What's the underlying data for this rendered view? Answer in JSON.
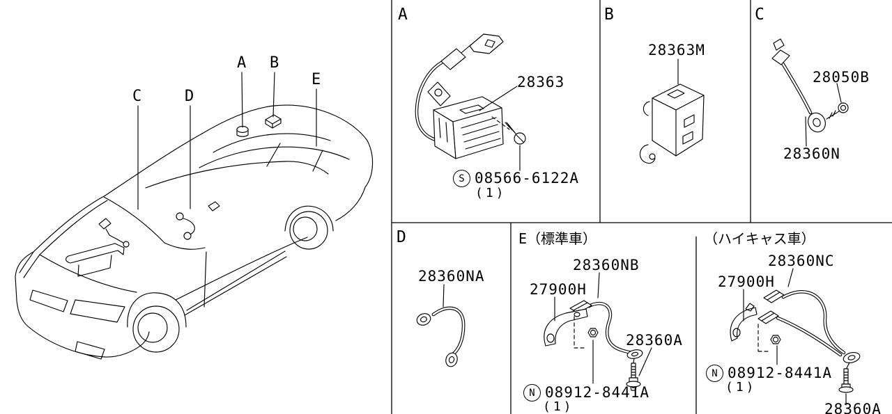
{
  "document": {
    "type": "parts-catalog-diagram",
    "line_color": "#000000",
    "background_color": "#ffffff"
  },
  "car": {
    "callouts": [
      {
        "letter": "A"
      },
      {
        "letter": "B"
      },
      {
        "letter": "C"
      },
      {
        "letter": "D"
      },
      {
        "letter": "E"
      }
    ]
  },
  "panels": {
    "a": {
      "label": "A",
      "main_part": "28363",
      "screw_prefix": "S",
      "screw_part": "08566-6122A",
      "screw_qty": "(1)"
    },
    "b": {
      "label": "B",
      "main_part": "28363M"
    },
    "c": {
      "label": "C",
      "screw_part": "28050B",
      "cable_part": "28360N"
    },
    "d": {
      "label": "D",
      "cable_part": "28360NA"
    },
    "e": {
      "label": "E（標準車）",
      "cable_part": "28360NB",
      "bracket_part": "27900H",
      "bolt_part": "28360A",
      "nut_prefix": "N",
      "nut_part": "08912-8441A",
      "nut_qty": "(1)"
    },
    "f": {
      "label": "（ハイキャス車）",
      "cable_part": "28360NC",
      "bracket_part": "27900H",
      "bolt_part": "28360A",
      "nut_prefix": "N",
      "nut_part": "08912-8441A",
      "nut_qty": "(1)"
    }
  }
}
